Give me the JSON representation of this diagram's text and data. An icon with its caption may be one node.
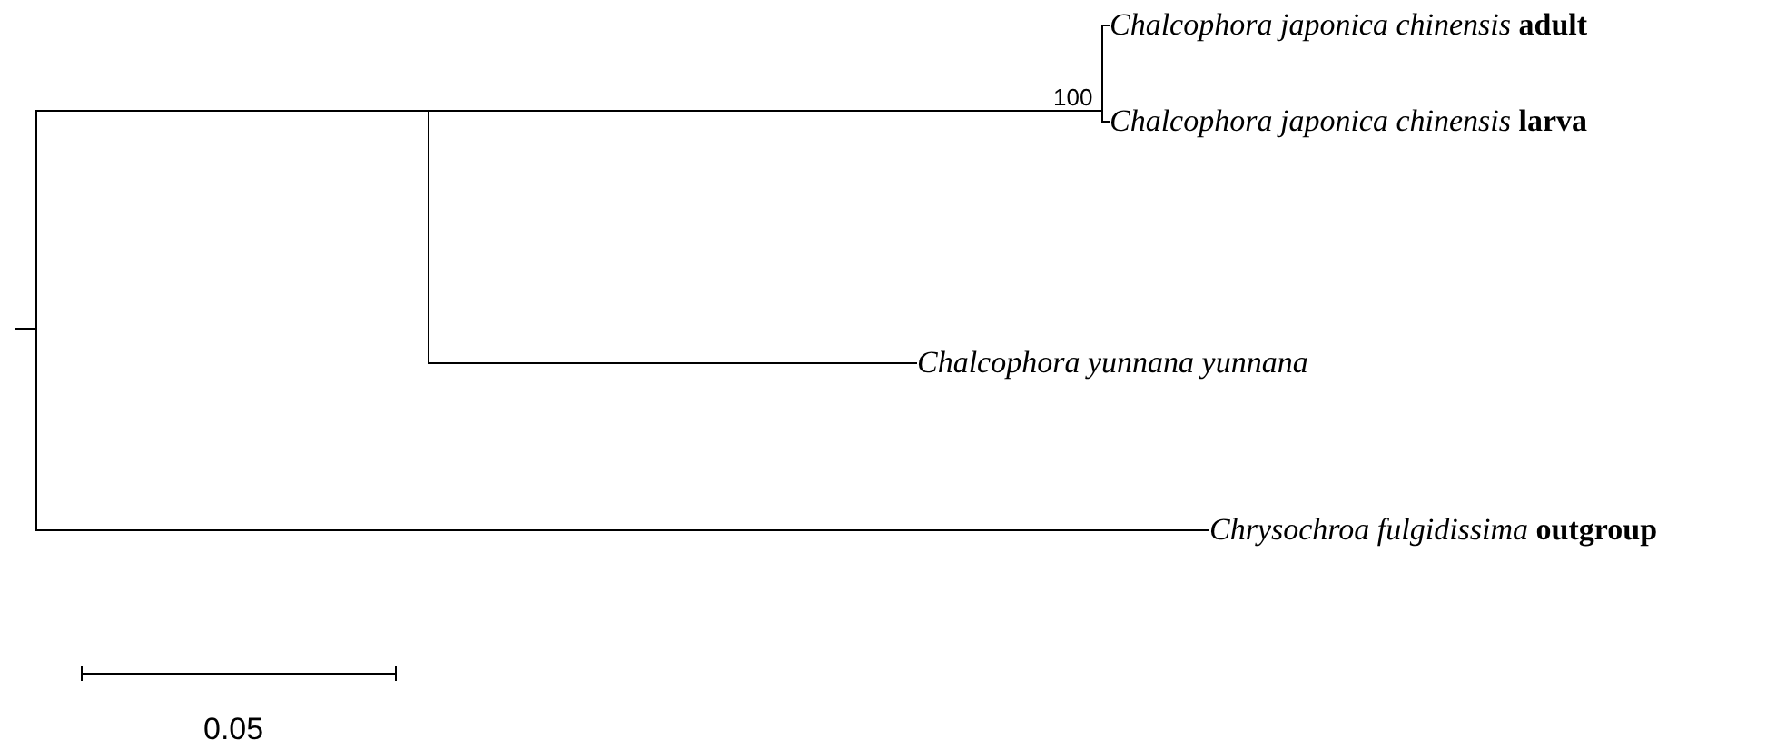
{
  "diagram": {
    "nodes": [
      {
        "text": [
          "*Chalcophora japonica chinensis* **adult**"
        ]
      },
      {
        "text": [
          "*Chalcophora japonica chinensis* **larva**"
        ]
      },
      {
        "text": [
          "*Chalcophora yunnana yunnana*"
        ]
      },
      {
        "text": [
          "*Chrysochroa fulgidissima* **outgroup**"
        ]
      }
    ],
    "edges": [
      {
        "from": null,
        "to": 0,
        "arrow": "none"
      },
      {
        "from": null,
        "to": 1,
        "arrow": "none"
      },
      {
        "from": null,
        "to": 2,
        "arrow": "none"
      },
      {
        "from": null,
        "to": 3,
        "arrow": "none"
      }
    ],
    "labels": [
      "100",
      "0.05"
    ]
  }
}
